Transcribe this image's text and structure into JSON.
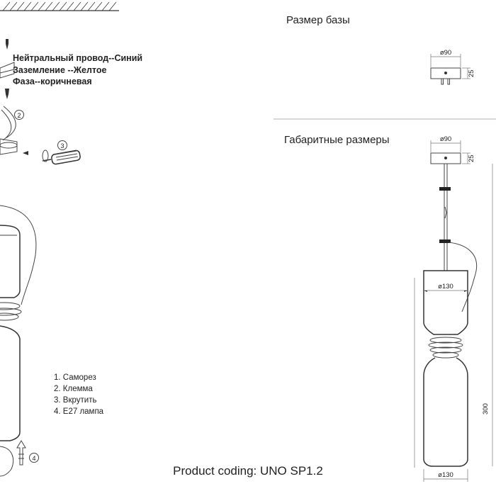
{
  "wiring": {
    "neutral": "Нейтральный провод--Синий",
    "ground": "Заземление --Желтое",
    "phase": "Фаза--коричневая"
  },
  "steps": {
    "step2": "2",
    "step3": "3",
    "step4": "4"
  },
  "legend": {
    "items": [
      "1. Саморез",
      "2. Клемма",
      "3. Вкрутить",
      "4. E27 лампа"
    ]
  },
  "base_size": {
    "title": "Размер базы",
    "diameter": "ø90",
    "height": "25"
  },
  "overall": {
    "title": "Габаритные размеры",
    "top_diameter": "ø90",
    "top_height": "25",
    "shade_diameter": "ø130",
    "body_height": "300",
    "bottom_diameter": "ø130"
  },
  "product": {
    "coding": "Product coding: UNO SP1.2"
  }
}
